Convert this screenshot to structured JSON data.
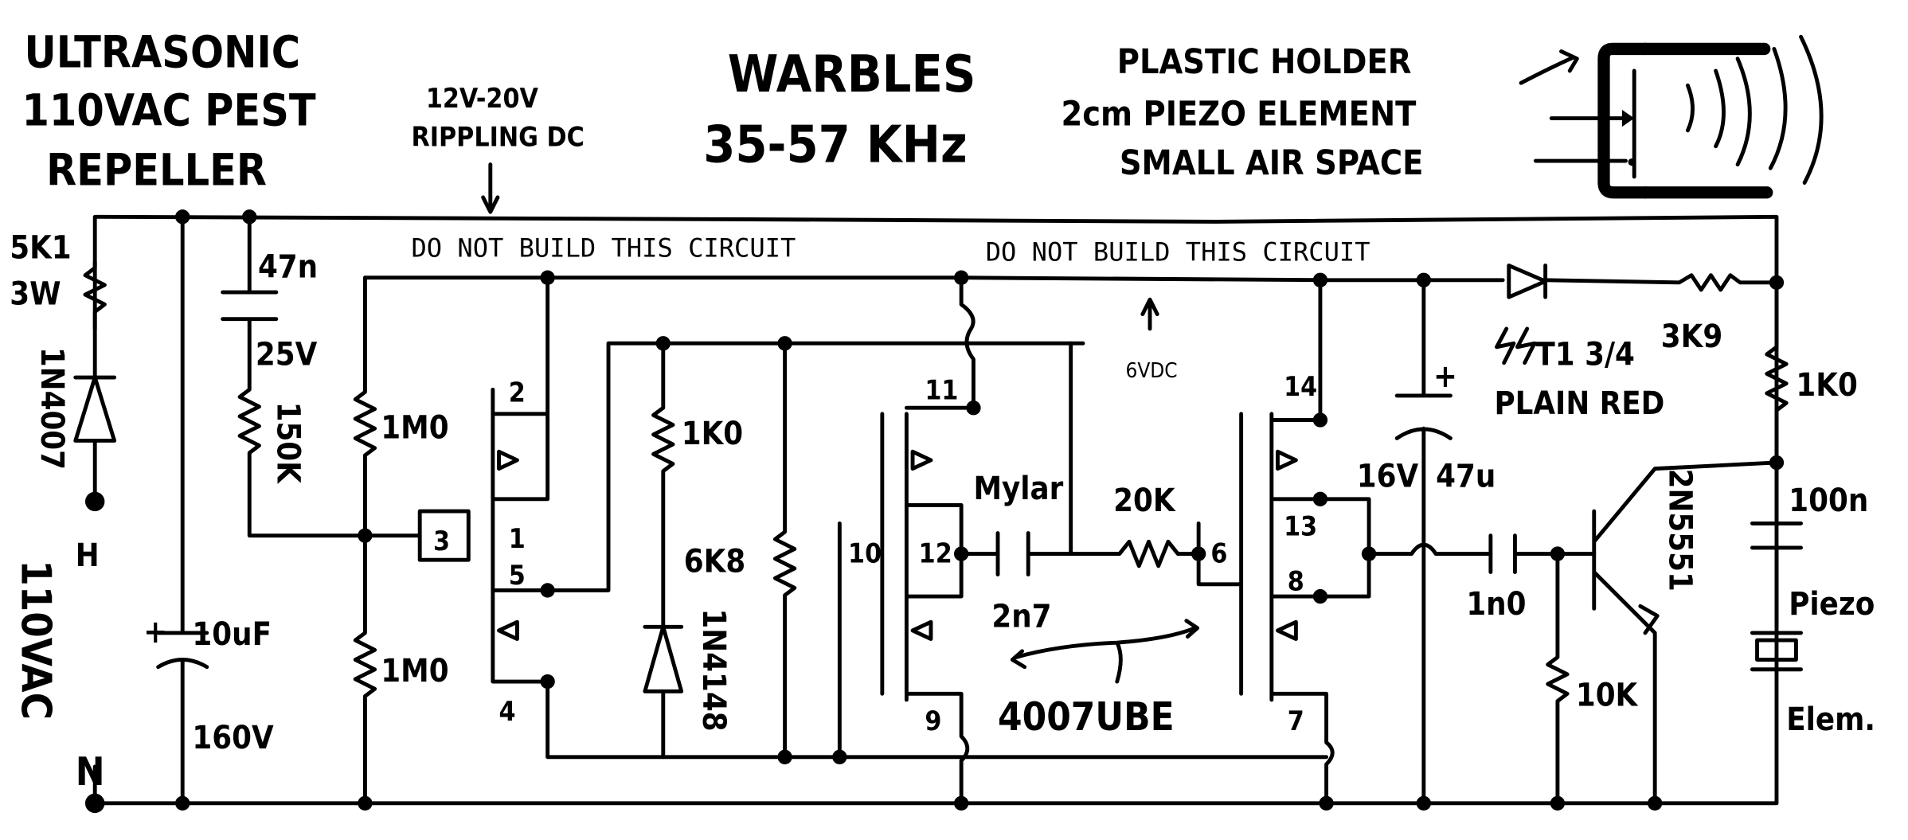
{
  "title": {
    "line1": "ULTRASONIC",
    "line2": "110VAC PEST",
    "line3": "REPELLER"
  },
  "supply_note": {
    "line1": "12V-20V",
    "line2": "RIPPLING DC"
  },
  "frequency_note": {
    "line1": "WARBLES",
    "line2": "35-57 KHz"
  },
  "warnings": [
    "DO NOT BUILD THIS CIRCUIT",
    "DO NOT BUILD THIS CIRCUIT"
  ],
  "holder_labels": {
    "holder": "PLASTIC HOLDER",
    "piezo": "2cm PIEZO ELEMENT",
    "air": "SMALL AIR SPACE"
  },
  "mains": {
    "label": "110VAC",
    "hot": "H",
    "neutral": "N"
  },
  "components": {
    "r_input": {
      "value": "5K1",
      "rating": "3W"
    },
    "d_input": "1N4007",
    "c_47n": {
      "value": "47n",
      "rating": "25V"
    },
    "r_150k": "150K",
    "c_10uf": {
      "value": "10uF",
      "rating": "160V",
      "polarity": "+"
    },
    "r_1m0_top": "1M0",
    "r_1m0_bot": "1M0",
    "r_1k0_mid": "1K0",
    "r_6k8": "6K8",
    "d_1n4148": "1N4148",
    "c_mylar": {
      "type": "Mylar",
      "value": "2n7"
    },
    "r_20k": "20K",
    "ic": "4007UBE",
    "v_6vdc": "6VDC",
    "c_47u": {
      "value": "47u",
      "rating": "16V",
      "polarity": "+"
    },
    "led": {
      "size": "T1 3/4",
      "color": "PLAIN RED"
    },
    "r_3k9": "3K9",
    "r_1k0_right": "1K0",
    "c_1n0": "1n0",
    "r_10k": "10K",
    "transistor": "2N5551",
    "c_100n": "100n",
    "piezo": {
      "line1": "Piezo",
      "line2": "Elem."
    }
  },
  "pins": [
    "2",
    "3",
    "1",
    "5",
    "4",
    "11",
    "10",
    "12",
    "9",
    "14",
    "6",
    "13",
    "8",
    "7"
  ]
}
